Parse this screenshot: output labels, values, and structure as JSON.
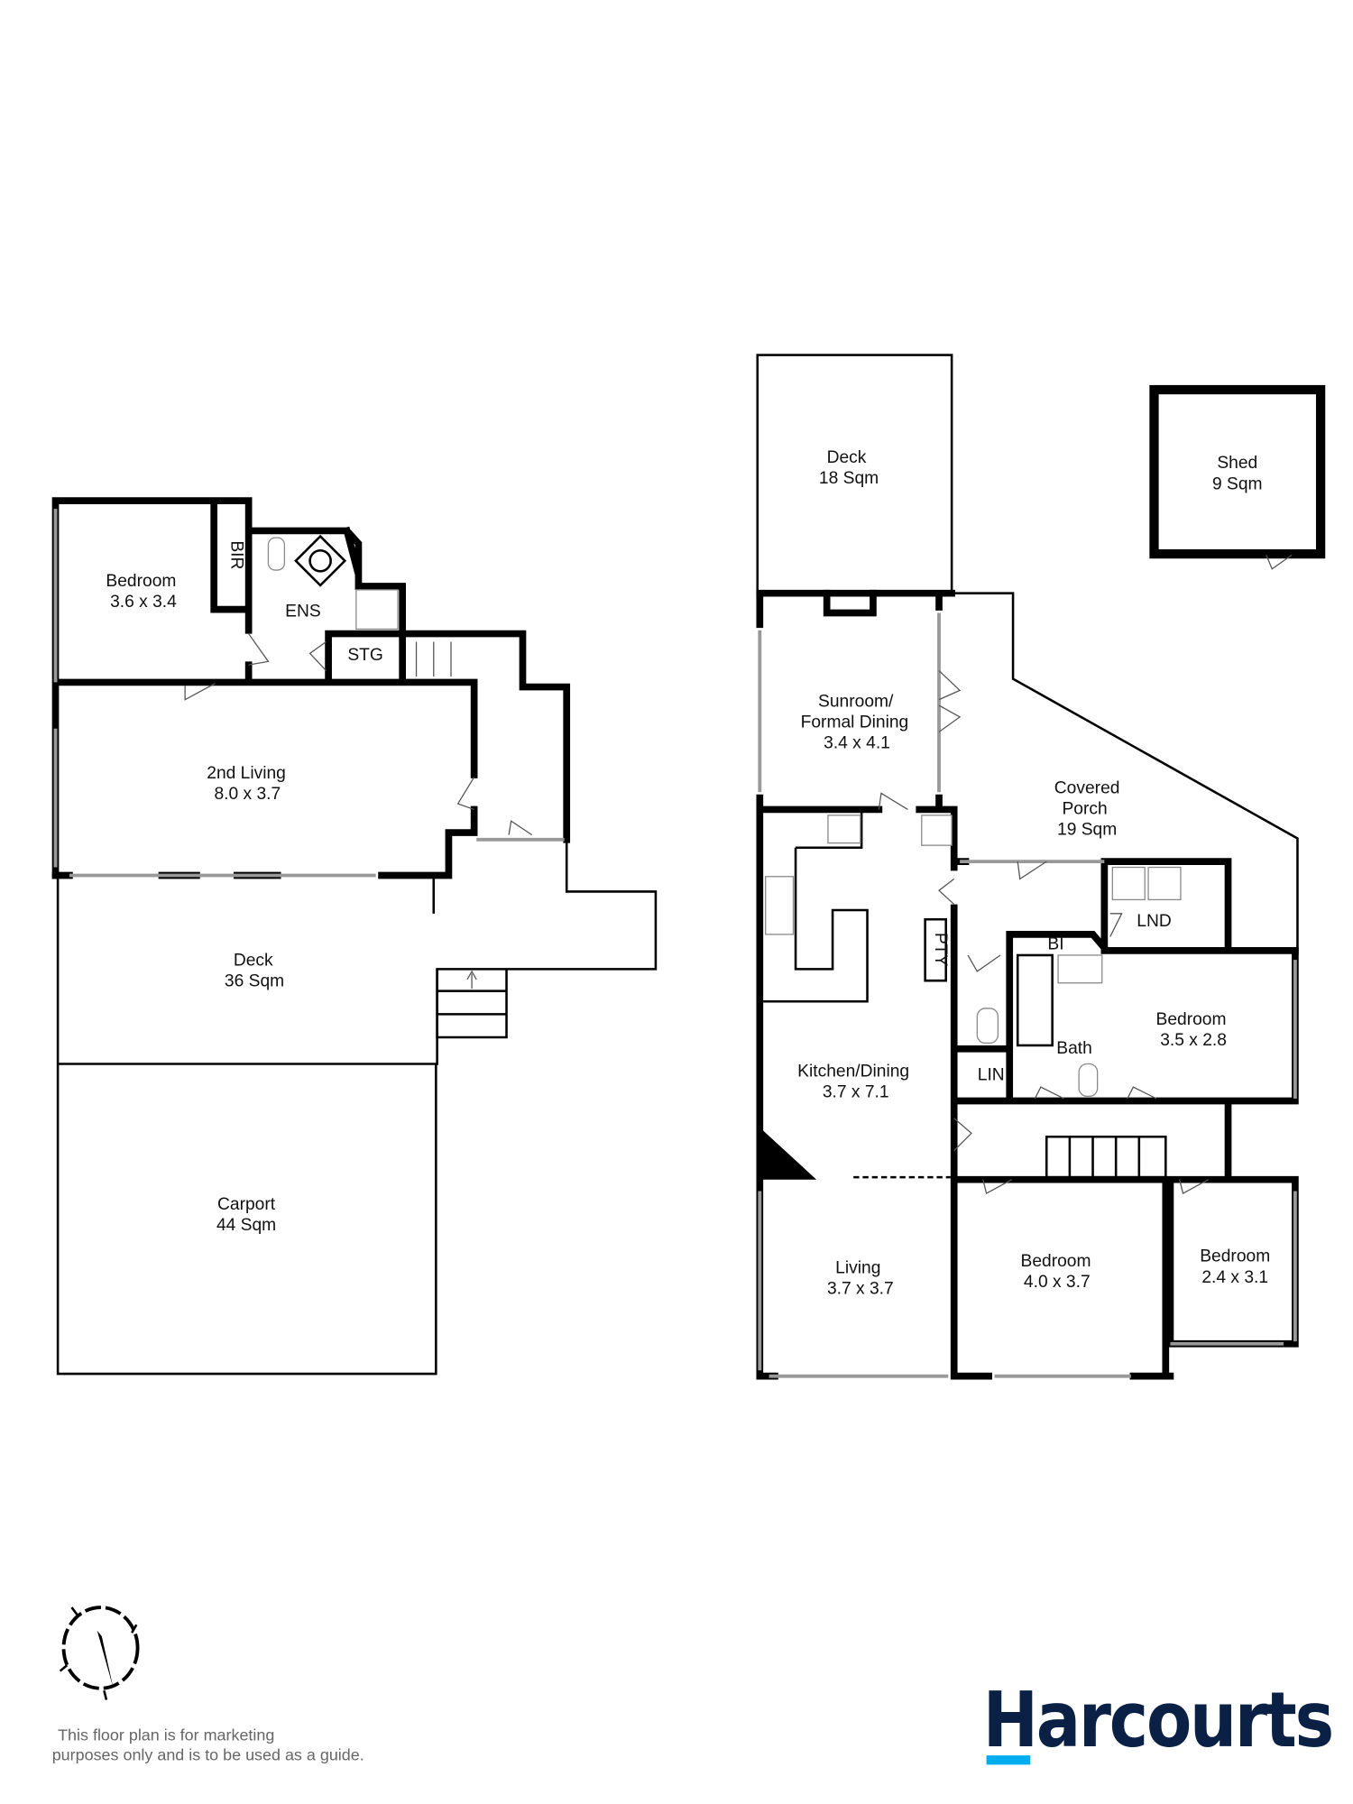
{
  "lower_level": {
    "bedroom": {
      "name": "Bedroom",
      "size": "3.6 x 3.4"
    },
    "bir": "BIR",
    "ens": "ENS",
    "stg": "STG",
    "second_living": {
      "name": "2nd Living",
      "size": "8.0 x 3.7"
    },
    "deck": {
      "name": "Deck",
      "size": "36 Sqm"
    },
    "carport": {
      "name": "Carport",
      "size": "44 Sqm"
    }
  },
  "upper_level": {
    "deck": {
      "name": "Deck",
      "size": "18 Sqm"
    },
    "shed": {
      "name": "Shed",
      "size": "9 Sqm"
    },
    "sunroom": {
      "name1": "Sunroom/",
      "name2": "Formal Dining",
      "size": "3.4 x 4.1"
    },
    "covered_porch": {
      "name1": "Covered",
      "name2": "Porch",
      "size": "19 Sqm"
    },
    "lnd": "LND",
    "bi": "BI",
    "pty": "PTY",
    "bath": "Bath",
    "lin": "LIN",
    "bedroom_a": {
      "name": "Bedroom",
      "size": "3.5 x 2.8"
    },
    "kitchen_dining": {
      "name": "Kitchen/Dining",
      "size": "3.7 x 7.1"
    },
    "living": {
      "name": "Living",
      "size": "3.7 x 3.7"
    },
    "bedroom_b": {
      "name": "Bedroom",
      "size": "4.0 x 3.7"
    },
    "bedroom_c": {
      "name": "Bedroom",
      "size": "2.4 x 3.1"
    }
  },
  "footer": {
    "disclaimer_line1": "This floor plan is for marketing",
    "disclaimer_line2": "purposes only and is to be used as a guide.",
    "logo_text": "Harcourts",
    "compass_icon": "north-arrow-compass"
  },
  "colors": {
    "logo": "#0b2045",
    "logo_accent": "#00aeef",
    "walls": "#000000"
  }
}
